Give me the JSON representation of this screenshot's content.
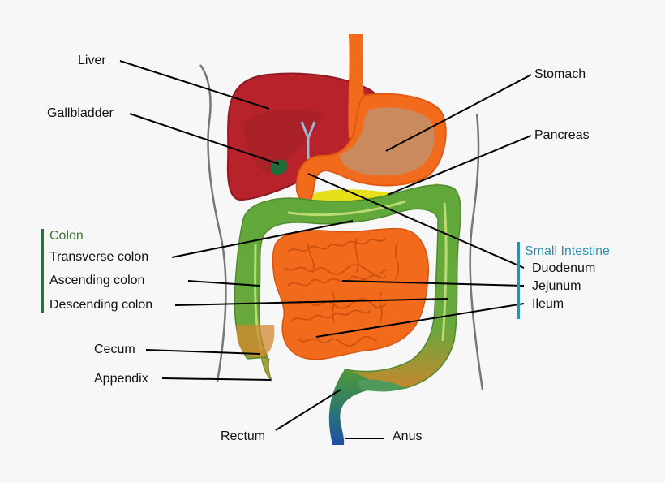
{
  "labels": {
    "liver": "Liver",
    "gallbladder": "Gallbladder",
    "stomach": "Stomach",
    "pancreas": "Pancreas",
    "colon": "Colon",
    "transverse_colon": "Transverse colon",
    "ascending_colon": "Ascending colon",
    "descending_colon": "Descending colon",
    "cecum": "Cecum",
    "appendix": "Appendix",
    "rectum": "Rectum",
    "anus": "Anus",
    "small_intestine": "Small Intestine",
    "duodenum": "Duodenum",
    "jejunum": "Jejunum",
    "ileum": "Ileum"
  },
  "colors": {
    "liver": "#b8232b",
    "liver_dark": "#8e1b22",
    "stomach": "#f26a1c",
    "stomach_inner": "#c98a5e",
    "gallbladder": "#1f6b3a",
    "pancreas": "#e6e01a",
    "colon": "#6fae3a",
    "colon_light": "#b9d66a",
    "small_intestine": "#f26a1c",
    "rectum": "#2a5fa8",
    "colon_bracket": "#2e6e3a",
    "si_bracket": "#2e8fb0",
    "outline": "#777777"
  }
}
